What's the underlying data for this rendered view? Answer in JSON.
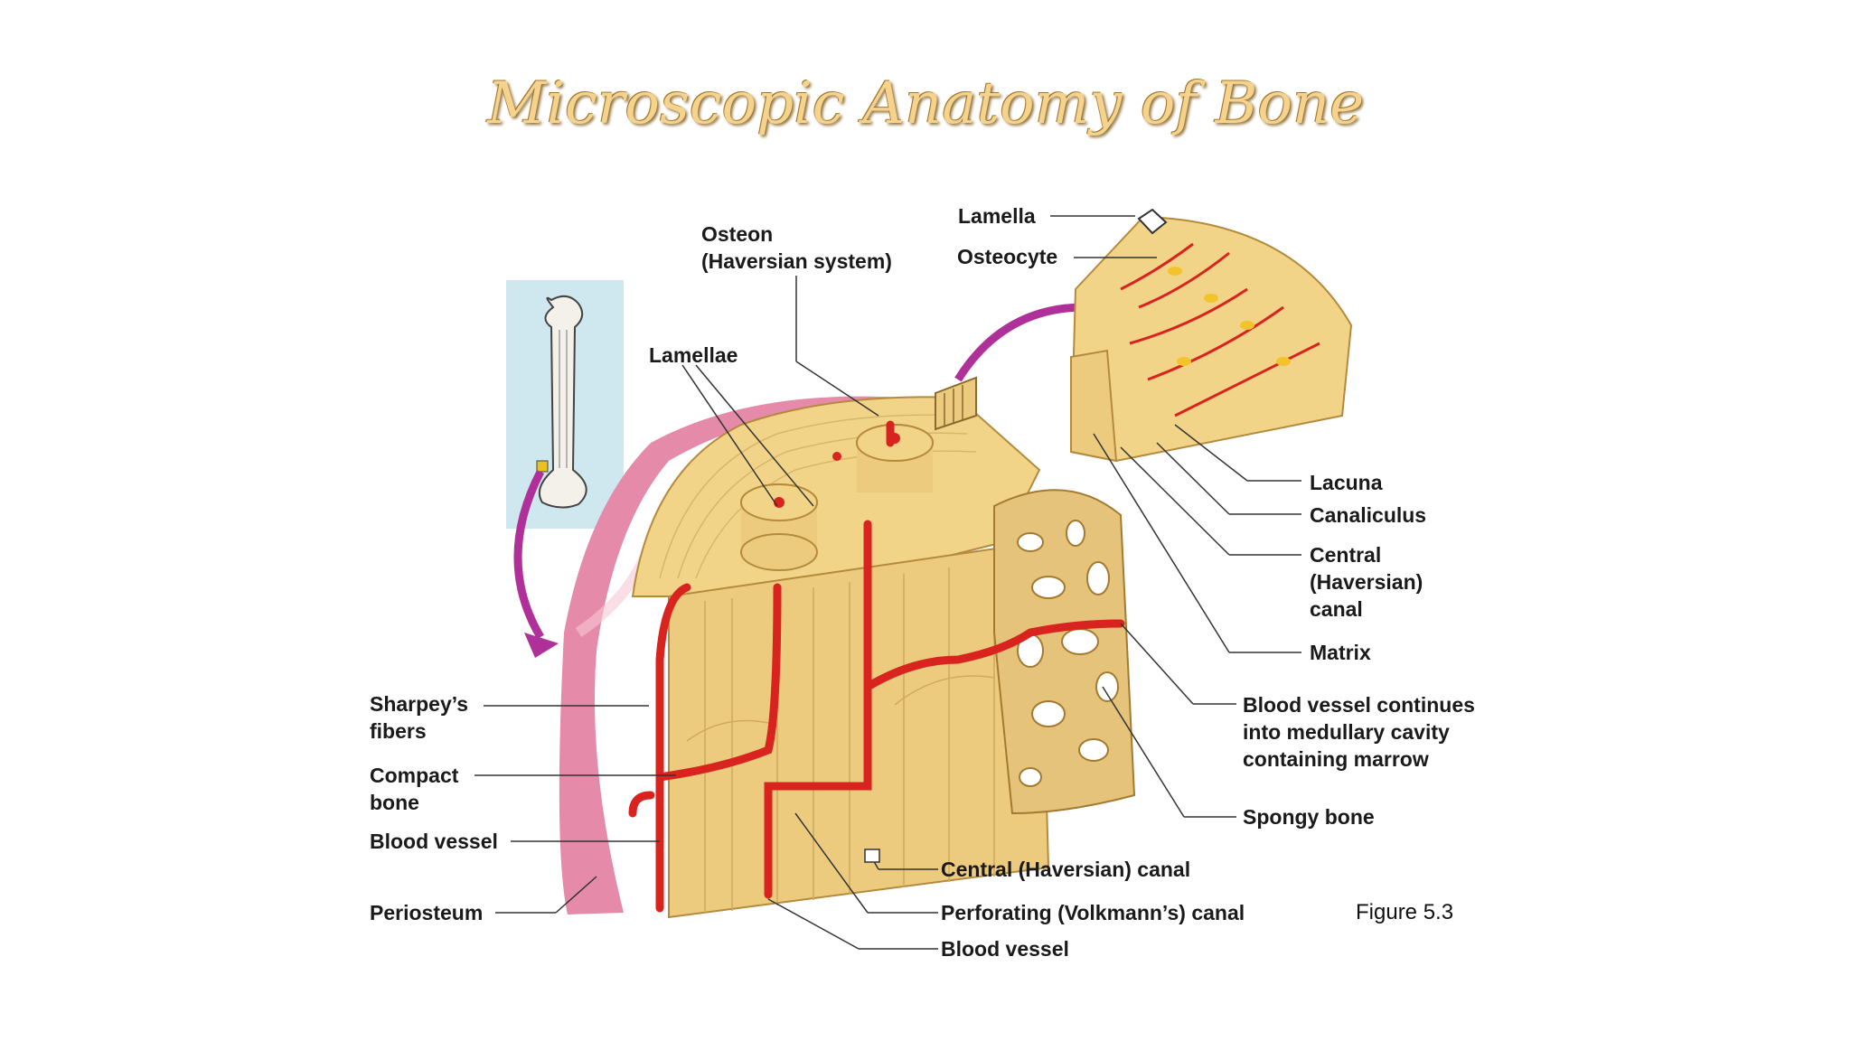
{
  "title": "Microscopic Anatomy of Bone",
  "figure_ref": "Figure 5.3",
  "labels": {
    "lamella": "Lamella",
    "osteocyte": "Osteocyte",
    "osteon_1": "Osteon",
    "osteon_2": "(Haversian system)",
    "lamellae": "Lamellae",
    "lacuna": "Lacuna",
    "canaliculus": "Canaliculus",
    "central_right_1": "Central",
    "central_right_2": "(Haversian)",
    "central_right_3": "canal",
    "matrix": "Matrix",
    "bv_continues_1": "Blood vessel continues",
    "bv_continues_2": "into medullary cavity",
    "bv_continues_3": "containing marrow",
    "spongy": "Spongy bone",
    "sharpeys_1": "Sharpey’s",
    "sharpeys_2": "fibers",
    "compact_1": "Compact",
    "compact_2": "bone",
    "blood_vessel_left": "Blood vessel",
    "periosteum": "Periosteum",
    "central_bottom": "Central (Haversian) canal",
    "perforating": "Perforating (Volkmann’s) canal",
    "blood_vessel_bottom": "Blood vessel"
  },
  "colors": {
    "bone": "#f2d488",
    "bone_dark": "#c9a24e",
    "vessel": "#d8231e",
    "periosteum": "#e58aa8",
    "arrow": "#b0309a",
    "inset_bg": "#cfe7ef"
  }
}
